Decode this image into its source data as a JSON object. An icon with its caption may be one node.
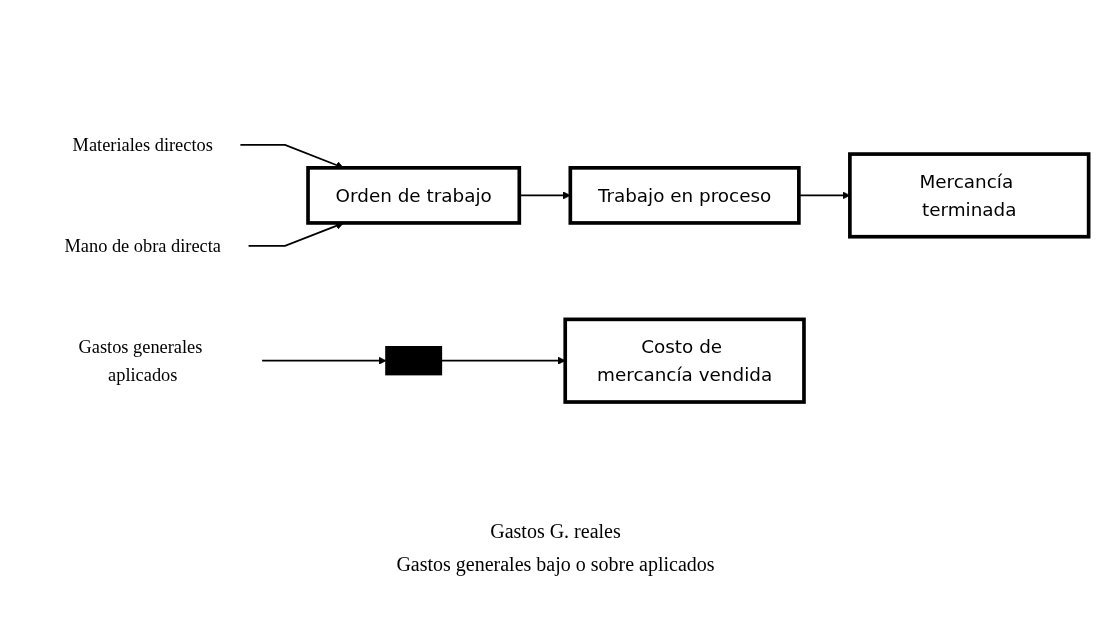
{
  "diagram": {
    "nodes": [
      {
        "text": [
          "Materiales directos"
        ]
      },
      {
        "text": [
          "Mano de obra directa"
        ]
      },
      {
        "text": [
          "Gastos generales aplicados"
        ]
      },
      {
        "text": [
          "Orden de trabajo"
        ]
      },
      {
        "text": [
          "Trabajo en proceso"
        ]
      },
      {
        "text": [
          "Mercancía terminada"
        ]
      },
      {
        "text": [],
        "shape": "bar"
      },
      {
        "text": [
          "Costo de mercancía vendida"
        ]
      }
    ],
    "edges": [
      {
        "from": 0,
        "to": 3,
        "arrow": "to"
      },
      {
        "from": 1,
        "to": 3,
        "arrow": "to"
      },
      {
        "from": 3,
        "to": 4,
        "arrow": "to"
      },
      {
        "from": 4,
        "to": 5,
        "arrow": "to"
      },
      {
        "from": 2,
        "to": 6,
        "arrow": "to"
      },
      {
        "from": 6,
        "to": 7,
        "arrow": "to"
      }
    ],
    "labels": [
      "Gastos G. reales",
      "Gastos generales bajo o sobre aplicados"
    ]
  }
}
